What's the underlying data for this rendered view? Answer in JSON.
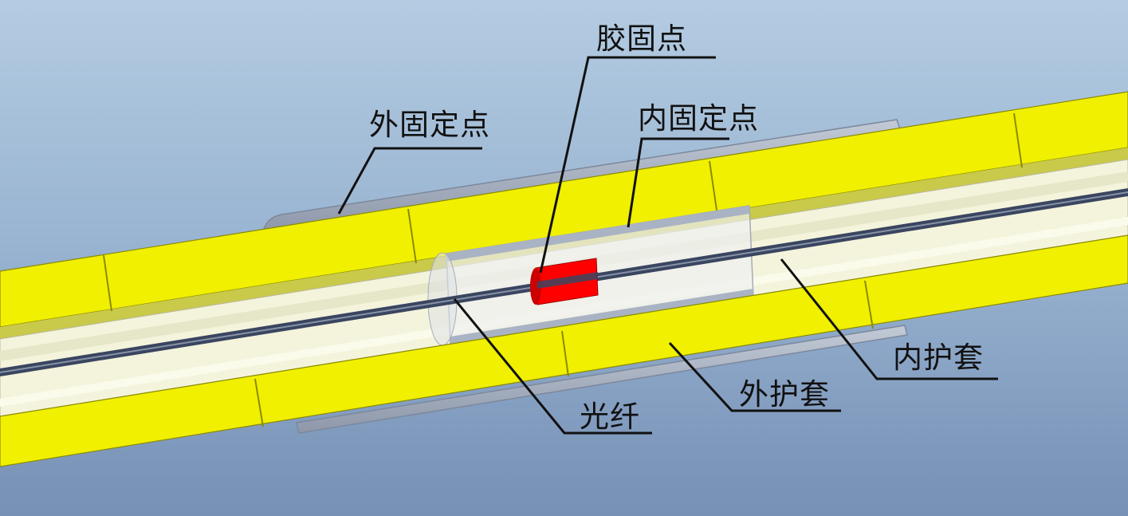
{
  "labels": {
    "glue_point": "胶固点",
    "outer_fix_point": "外固定点",
    "inner_fix_point": "内固定点",
    "inner_sheath": "内护套",
    "outer_sheath": "外护套",
    "optical_fiber": "光纤"
  },
  "colors": {
    "outer_sheath": "#f0f000",
    "inner_sheath": "#f4f4dc",
    "sleeve": "#a9b3c3",
    "fiber": "#3a4560",
    "glue": "#ff0000",
    "leader_line": "#111111"
  }
}
